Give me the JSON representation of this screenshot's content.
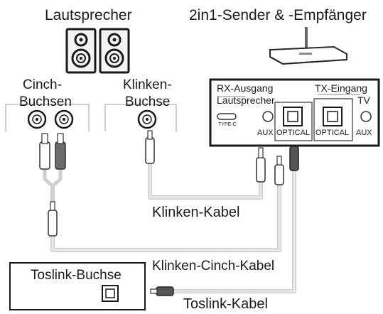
{
  "speakers": {
    "title": "Lautsprecher",
    "cinch_label_line1": "Cinch-",
    "cinch_label_line2": "Buchsen",
    "klinke_label_line1": "Klinken-",
    "klinke_label_line2": "Buchse"
  },
  "transmitter": {
    "title": "2in1-Sender & -Empfänger",
    "rx_label": "RX-Ausgang",
    "rx_sub_label": "Lautsprecher",
    "tx_label": "TX-Eingang",
    "tx_sub_label": "TV",
    "typec_label": "TYPE-C",
    "ports": {
      "aux_left": "AUX",
      "optical_left": "OPTICAL",
      "optical_right": "OPTICAL",
      "aux_right": "AUX"
    }
  },
  "toslink_socket": {
    "label": "Toslink-Buchse"
  },
  "cables": {
    "klinken": "Klinken-Kabel",
    "klinken_cinch": "Klinken-Cinch-Kabel",
    "toslink": "Toslink-Kabel"
  }
}
